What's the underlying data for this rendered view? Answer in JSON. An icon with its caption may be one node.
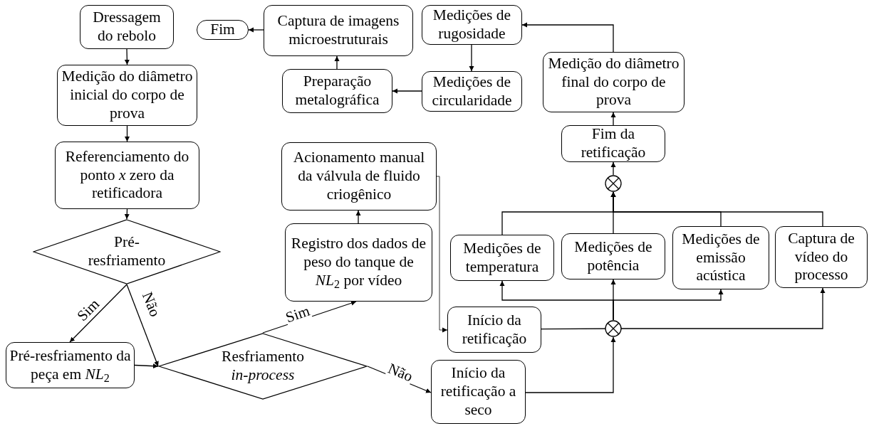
{
  "diagram": {
    "nodes": [
      {
        "text": [
          "Dressagem do rebolo"
        ]
      },
      {
        "text": [
          "Fim"
        ]
      },
      {
        "text": [
          "Captura de imagens microestruturais"
        ]
      },
      {
        "text": [
          "Medições de rugosidade"
        ]
      },
      {
        "text": [
          "Medição do diâmetro inicial do corpo de prova"
        ]
      },
      {
        "text": [
          "Preparação metalográfica"
        ]
      },
      {
        "text": [
          "Medições de circularidade"
        ]
      },
      {
        "text": [
          "Medição do diâmetro final do corpo de prova"
        ]
      },
      {
        "text": [
          "Referenciamento do ponto *x* zero da retificadora"
        ]
      },
      {
        "text": [
          "Acionamento manual da válvula de fluido criogênico"
        ]
      },
      {
        "text": [
          "Fim da retificação"
        ]
      },
      {
        "text": [],
        "shape": "circle"
      },
      {
        "text": [
          "Pré-resfriamento"
        ]
      },
      {
        "text": [
          "Registro dos dados de peso do tanque de *NL*$_{2}$ por vídeo"
        ]
      },
      {
        "text": [
          "Medições de temperatura"
        ]
      },
      {
        "text": [
          "Medições de potência"
        ]
      },
      {
        "text": [
          "Medições de emissão acústica"
        ]
      },
      {
        "text": [
          "Captura de vídeo do processo"
        ]
      },
      {
        "text": [
          "Início da retificação"
        ]
      },
      {
        "text": [],
        "shape": "circle"
      },
      {
        "text": [
          "Pré-resfriamento da peça em *NL*$_{2}$"
        ]
      },
      {
        "text": [
          "Resfriamento *in-process*"
        ]
      },
      {
        "text": [
          "Início da retificação a seco"
        ]
      }
    ],
    "edges": [
      {
        "from": 0,
        "to": 4,
        "arrow": "to"
      },
      {
        "from": 4,
        "to": 8,
        "arrow": "to"
      },
      {
        "from": 8,
        "to": 12,
        "arrow": "to"
      },
      {
        "from": 12,
        "to": 20,
        "arrow": "to",
        "label": "Sim"
      },
      {
        "from": 12,
        "to": 21,
        "arrow": "to",
        "label": "Não"
      },
      {
        "from": 20,
        "to": 21,
        "arrow": "to"
      },
      {
        "from": 21,
        "to": 13,
        "arrow": "to",
        "label": "Sim"
      },
      {
        "from": 21,
        "to": 22,
        "arrow": "to",
        "label": "Não"
      },
      {
        "from": 13,
        "to": 9,
        "arrow": "to"
      },
      {
        "from": 9,
        "to": 18,
        "arrow": "to"
      },
      {
        "from": 18,
        "to": 19,
        "arrow": "to"
      },
      {
        "from": 22,
        "to": 19,
        "arrow": "to"
      },
      {
        "from": 19,
        "to": 15,
        "arrow": "to"
      },
      {
        "from": 19,
        "to": 14,
        "arrow": "to"
      },
      {
        "from": 19,
        "to": 16,
        "arrow": "to"
      },
      {
        "from": 19,
        "to": 17,
        "arrow": "to"
      },
      {
        "from": 14,
        "to": 11,
        "arrow": "to"
      },
      {
        "from": 15,
        "to": 11,
        "arrow": "to"
      },
      {
        "from": 16,
        "to": 11,
        "arrow": "to"
      },
      {
        "from": 17,
        "to": 11,
        "arrow": "to"
      },
      {
        "from": 11,
        "to": 10,
        "arrow": "to"
      },
      {
        "from": 10,
        "to": 7,
        "arrow": "to"
      },
      {
        "from": 7,
        "to": 3,
        "arrow": "to"
      },
      {
        "from": 3,
        "to": 6,
        "arrow": "to"
      },
      {
        "from": 6,
        "to": 5,
        "arrow": "to"
      },
      {
        "from": 5,
        "to": 2,
        "arrow": "to"
      },
      {
        "from": 2,
        "to": 1,
        "arrow": "to"
      }
    ]
  }
}
